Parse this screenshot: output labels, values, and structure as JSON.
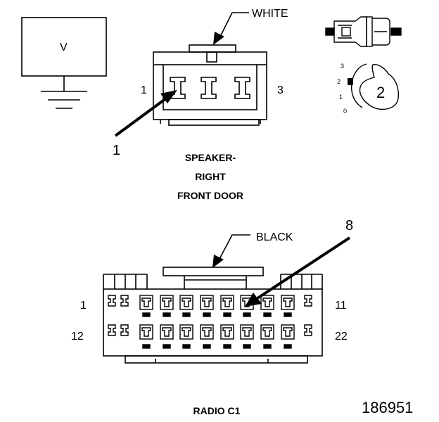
{
  "meter": {
    "label": "V"
  },
  "speaker_connector": {
    "color_label": "WHITE",
    "pin_left": "1",
    "pin_right": "3",
    "callout": "1",
    "title_lines": [
      "SPEAKER-",
      "RIGHT",
      "FRONT DOOR"
    ]
  },
  "connector_view": {
    "position_numbers": [
      "3",
      "2",
      "1",
      "0"
    ],
    "callout": "2"
  },
  "radio_connector": {
    "color_label": "BLACK",
    "callout": "8",
    "pin_top_left": "1",
    "pin_top_right": "11",
    "pin_bottom_left": "12",
    "pin_bottom_right": "22",
    "title": "RADIO C1"
  },
  "figure_id": "186951"
}
